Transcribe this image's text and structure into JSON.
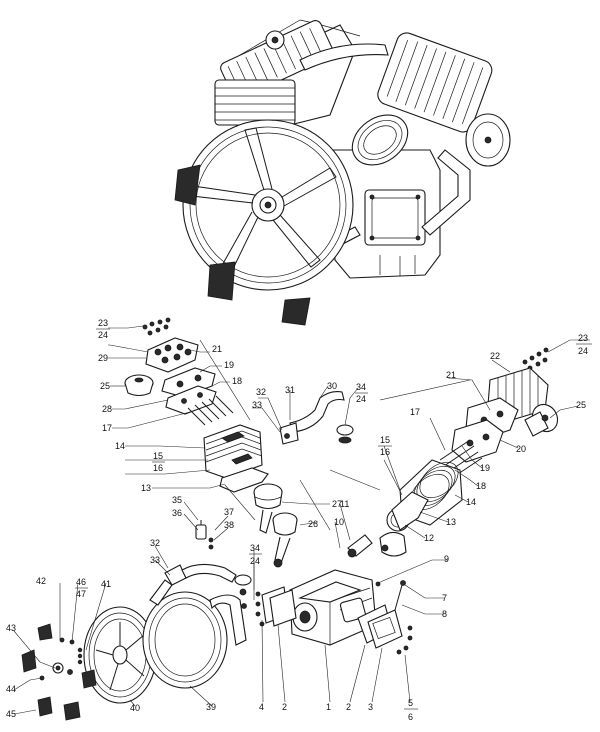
{
  "diagram": {
    "labels": [
      {
        "id": "l23a",
        "text": "23"
      },
      {
        "id": "l24a",
        "text": "24"
      },
      {
        "id": "l29",
        "text": "29"
      },
      {
        "id": "l21a",
        "text": "21"
      },
      {
        "id": "l19a",
        "text": "19"
      },
      {
        "id": "l25a",
        "text": "25"
      },
      {
        "id": "l18a",
        "text": "18"
      },
      {
        "id": "l28",
        "text": "28"
      },
      {
        "id": "l17a",
        "text": "17"
      },
      {
        "id": "l32a",
        "text": "32"
      },
      {
        "id": "l31",
        "text": "31"
      },
      {
        "id": "l30",
        "text": "30"
      },
      {
        "id": "l34a",
        "text": "34"
      },
      {
        "id": "l24b",
        "text": "24"
      },
      {
        "id": "l33a",
        "text": "33"
      },
      {
        "id": "l14a",
        "text": "14"
      },
      {
        "id": "l15a",
        "text": "15"
      },
      {
        "id": "l16a",
        "text": "16"
      },
      {
        "id": "l13a",
        "text": "13"
      },
      {
        "id": "l27",
        "text": "27"
      },
      {
        "id": "l35",
        "text": "35"
      },
      {
        "id": "l36",
        "text": "36"
      },
      {
        "id": "l37",
        "text": "37"
      },
      {
        "id": "l38",
        "text": "38"
      },
      {
        "id": "l26",
        "text": "26"
      },
      {
        "id": "l11",
        "text": "11"
      },
      {
        "id": "l10",
        "text": "10"
      },
      {
        "id": "l12",
        "text": "12"
      },
      {
        "id": "l9",
        "text": "9"
      },
      {
        "id": "l32b",
        "text": "32"
      },
      {
        "id": "l33b",
        "text": "33"
      },
      {
        "id": "l34b",
        "text": "34"
      },
      {
        "id": "l24c",
        "text": "24"
      },
      {
        "id": "l42",
        "text": "42"
      },
      {
        "id": "l46",
        "text": "46"
      },
      {
        "id": "l47",
        "text": "47"
      },
      {
        "id": "l41",
        "text": "41"
      },
      {
        "id": "l43",
        "text": "43"
      },
      {
        "id": "l44",
        "text": "44"
      },
      {
        "id": "l45",
        "text": "45"
      },
      {
        "id": "l40",
        "text": "40"
      },
      {
        "id": "l39",
        "text": "39"
      },
      {
        "id": "l4",
        "text": "4"
      },
      {
        "id": "l2a",
        "text": "2"
      },
      {
        "id": "l1",
        "text": "1"
      },
      {
        "id": "l2b",
        "text": "2"
      },
      {
        "id": "l3",
        "text": "3"
      },
      {
        "id": "l5",
        "text": "5"
      },
      {
        "id": "l6",
        "text": "6"
      },
      {
        "id": "l7",
        "text": "7"
      },
      {
        "id": "l8",
        "text": "8"
      },
      {
        "id": "l23b",
        "text": "23"
      },
      {
        "id": "l24d",
        "text": "24"
      },
      {
        "id": "l22",
        "text": "22"
      },
      {
        "id": "l21b",
        "text": "21"
      },
      {
        "id": "l25b",
        "text": "25"
      },
      {
        "id": "l20",
        "text": "20"
      },
      {
        "id": "l17b",
        "text": "17"
      },
      {
        "id": "l19b",
        "text": "19"
      },
      {
        "id": "l18b",
        "text": "18"
      },
      {
        "id": "l15b",
        "text": "15"
      },
      {
        "id": "l16b",
        "text": "16"
      },
      {
        "id": "l14b",
        "text": "14"
      },
      {
        "id": "l13b",
        "text": "13"
      }
    ]
  }
}
